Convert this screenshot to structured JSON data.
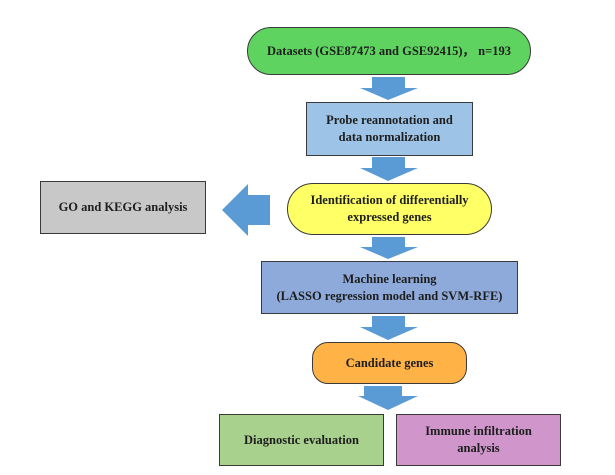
{
  "colors": {
    "arrow": "#5b9bd5",
    "datasets": "#5fd35f",
    "probe": "#9dc3e6",
    "deg": "#ffff66",
    "go_kegg": "#c8c8c8",
    "machine_learning": "#8eaadb",
    "candidate": "#ffb347",
    "diagnostic": "#a9d18e",
    "immune": "#d096cc"
  },
  "nodes": {
    "datasets": {
      "label": "Datasets (GSE87473 and GSE92415)， n=193",
      "shape": "pill"
    },
    "probe": {
      "label": "Probe reannotation and data normalization",
      "shape": "rectangle"
    },
    "deg": {
      "label": "Identification of differentially expressed genes",
      "shape": "pill"
    },
    "go_kegg": {
      "label": "GO and KEGG analysis",
      "shape": "rectangle"
    },
    "machine_learning": {
      "line1": "Machine learning",
      "line2": "(LASSO regression model and SVM-RFE)",
      "shape": "rectangle"
    },
    "candidate": {
      "label": "Candidate genes",
      "shape": "rounded-rectangle"
    },
    "diagnostic": {
      "label": "Diagnostic evaluation",
      "shape": "rectangle"
    },
    "immune": {
      "label": "Immune infiltration analysis",
      "shape": "rectangle"
    }
  },
  "edges": [
    {
      "from": "datasets",
      "to": "probe",
      "direction": "down"
    },
    {
      "from": "probe",
      "to": "deg",
      "direction": "down"
    },
    {
      "from": "deg",
      "to": "go_kegg",
      "direction": "left"
    },
    {
      "from": "deg",
      "to": "machine_learning",
      "direction": "down"
    },
    {
      "from": "machine_learning",
      "to": "candidate",
      "direction": "down"
    },
    {
      "from": "candidate",
      "to": [
        "diagnostic",
        "immune"
      ],
      "direction": "down"
    }
  ]
}
